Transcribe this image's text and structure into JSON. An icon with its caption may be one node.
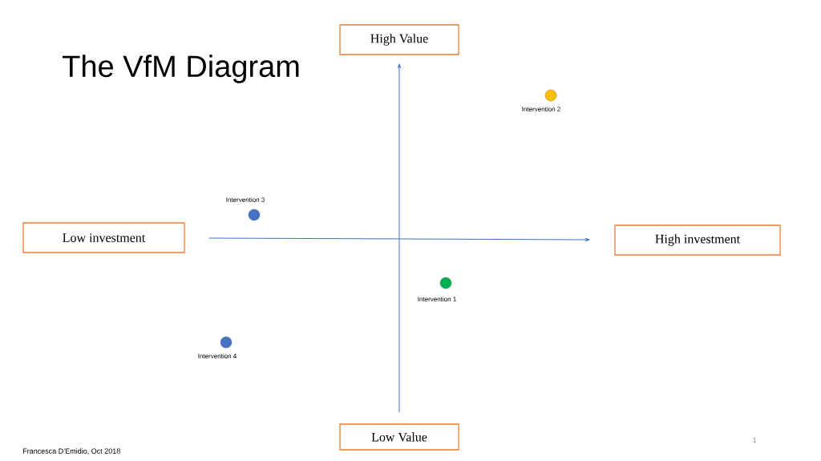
{
  "diagram": {
    "title": "The VfM Diagram",
    "nodes": [
      {
        "text": [
          "High Value"
        ]
      },
      {
        "text": [
          "Low investment"
        ]
      },
      {
        "text": [
          "High investment"
        ]
      },
      {
        "text": [
          "Low Value"
        ]
      },
      {
        "text": [],
        "shape": "circle",
        "beside": [
          "Intervention 2"
        ]
      },
      {
        "text": [],
        "shape": "circle",
        "beside": [
          "Intervention 3"
        ]
      },
      {
        "text": [],
        "shape": "circle",
        "beside": [
          "Intervention 1"
        ]
      },
      {
        "text": [],
        "shape": "circle",
        "beside": [
          "Intervention 4"
        ]
      }
    ],
    "edges": [
      {
        "from": 1,
        "to": 2,
        "arrow": "to"
      },
      {
        "from": 3,
        "to": 0,
        "arrow": "to"
      }
    ],
    "labels": [
      "Francesca D’Emidio, Oct 2018",
      "1"
    ]
  }
}
